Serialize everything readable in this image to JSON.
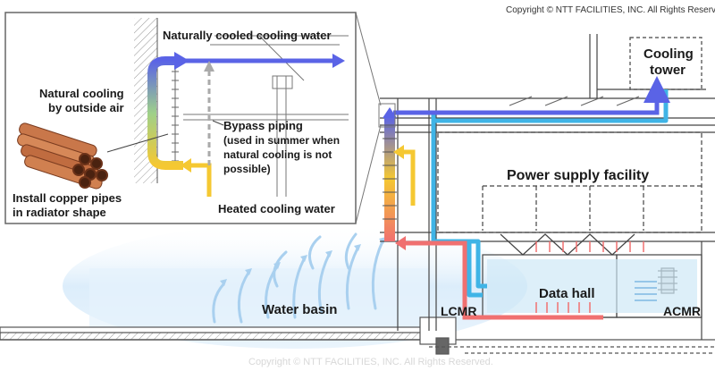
{
  "copyright_top": "Copyright © NTT FACILITIES, INC. All Rights Reserved.",
  "copyright_watermark": "Copyright © NTT FACILITIES, INC. All Rights Reserved.",
  "inset": {
    "naturally_cooled": "Naturally cooled cooling water",
    "natural_cooling_line1": "Natural cooling",
    "natural_cooling_line2": "by outside air",
    "bypass_line1": "Bypass piping",
    "bypass_line2": "(used in summer when",
    "bypass_line3": "natural cooling is not",
    "bypass_line4": "possible)",
    "copper_line1": "Install copper pipes",
    "copper_line2": "in radiator shape",
    "heated": "Heated cooling water"
  },
  "labels": {
    "cooling_tower_line1": "Cooling",
    "cooling_tower_line2": "tower",
    "power_supply": "Power supply facility",
    "water_basin": "Water basin",
    "lcmr": "LCMR",
    "data_hall": "Data hall",
    "acmr": "ACMR"
  },
  "colors": {
    "cold_blue": "#5a63e6",
    "cyan_pipe": "#3fb4e6",
    "heated_yellow": "#f5c832",
    "hot_red": "#f07070",
    "mist": "#cfe6f8"
  }
}
